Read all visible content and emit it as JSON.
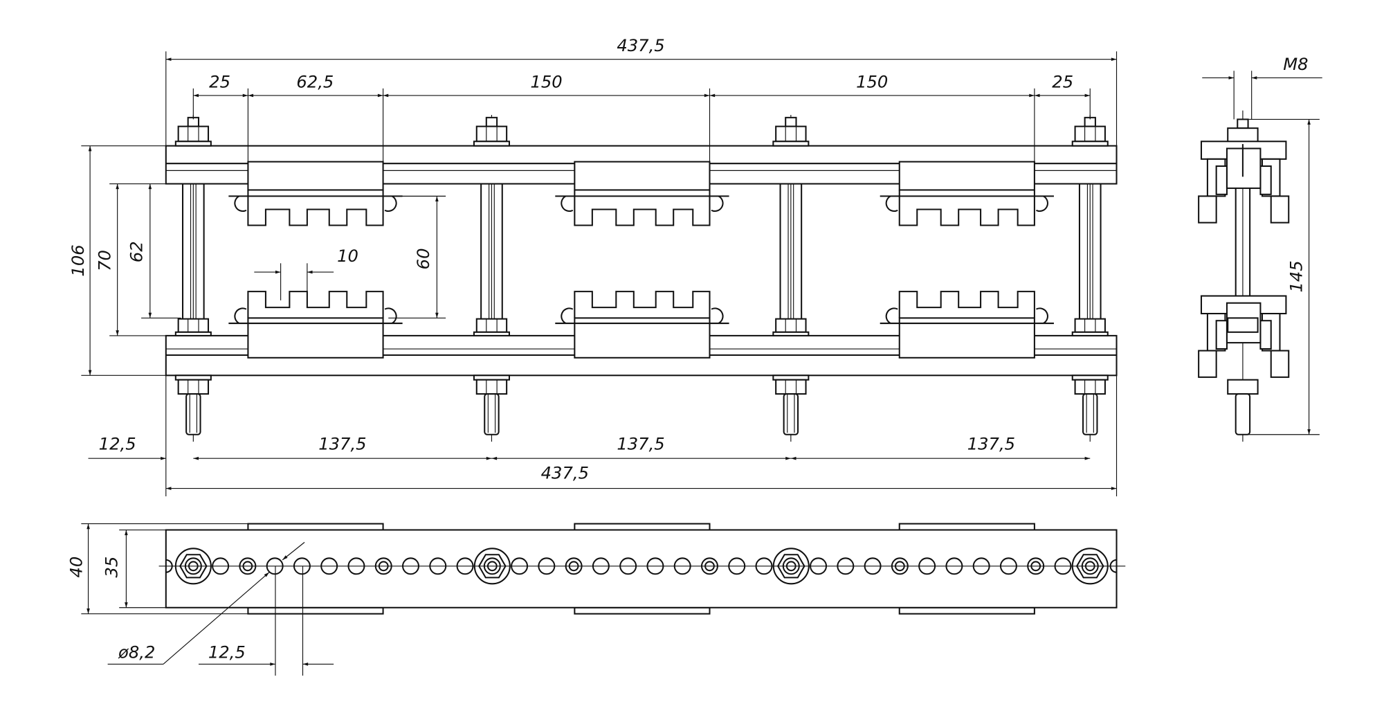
{
  "drawing": {
    "front_view": {
      "overall_length_top": "437,5",
      "top_dims": [
        "25",
        "62,5",
        "150",
        "150",
        "25"
      ],
      "left_dims": {
        "height_total": "106",
        "height_inner": "70",
        "height_62": "62",
        "clamp_gap": "60",
        "tooth_width": "10"
      },
      "bottom_dims": {
        "offset": "12,5",
        "pitch": [
          "137,5",
          "137,5",
          "137,5"
        ],
        "overall_length": "437,5"
      }
    },
    "side_view": {
      "thread": "M8",
      "height": "145"
    },
    "top_view": {
      "width_outer": "40",
      "width_plate": "35",
      "hole_diameter": "ø8,2",
      "hole_pitch": "12,5"
    },
    "colors": {
      "line": "#111111",
      "background": "#ffffff"
    }
  }
}
